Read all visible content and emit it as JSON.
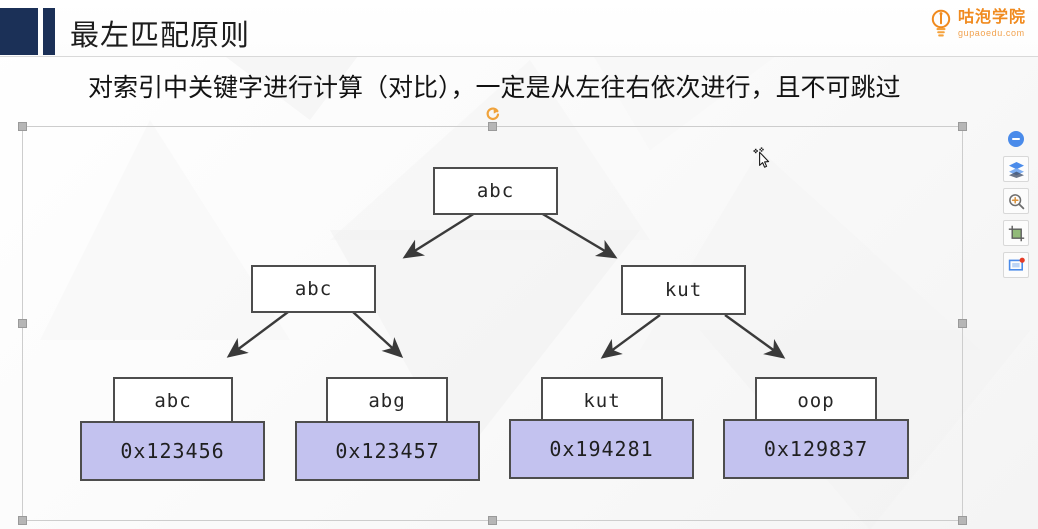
{
  "slide": {
    "title": "最左匹配原则",
    "body_text": "对索引中关键字进行计算（对比），一定是从左往右依次进行，且不可跳过",
    "logo": {
      "cn": "咕泡学院",
      "en": "gupaoedu.com",
      "icon": "lightbulb-icon",
      "color": "#f08a1e"
    },
    "accent_color": "#1b3057"
  },
  "diagram": {
    "type": "b-plus-tree",
    "root": {
      "label": "abc"
    },
    "level2": [
      {
        "label": "abc"
      },
      {
        "label": "kut"
      }
    ],
    "leaves": [
      {
        "key": "abc",
        "pointer": "0x123456"
      },
      {
        "key": "abg",
        "pointer": "0x123457"
      },
      {
        "key": "kut",
        "pointer": "0x194281"
      },
      {
        "key": "oop",
        "pointer": "0x129837"
      }
    ],
    "node_fill": "#ffffff",
    "pointer_fill": "#c3c2ef",
    "border_color": "#4d4d4d"
  },
  "tool_rail": {
    "collapse_label": "−",
    "buttons": [
      {
        "name": "layers-icon",
        "title": "图层"
      },
      {
        "name": "zoom-in-icon",
        "title": "放大"
      },
      {
        "name": "crop-icon",
        "title": "裁剪"
      },
      {
        "name": "present-icon",
        "title": "演示"
      }
    ]
  },
  "selection": {
    "state": "picture-selected",
    "rotate_handle": "rotate-handle",
    "cursor": "move-cursor"
  }
}
